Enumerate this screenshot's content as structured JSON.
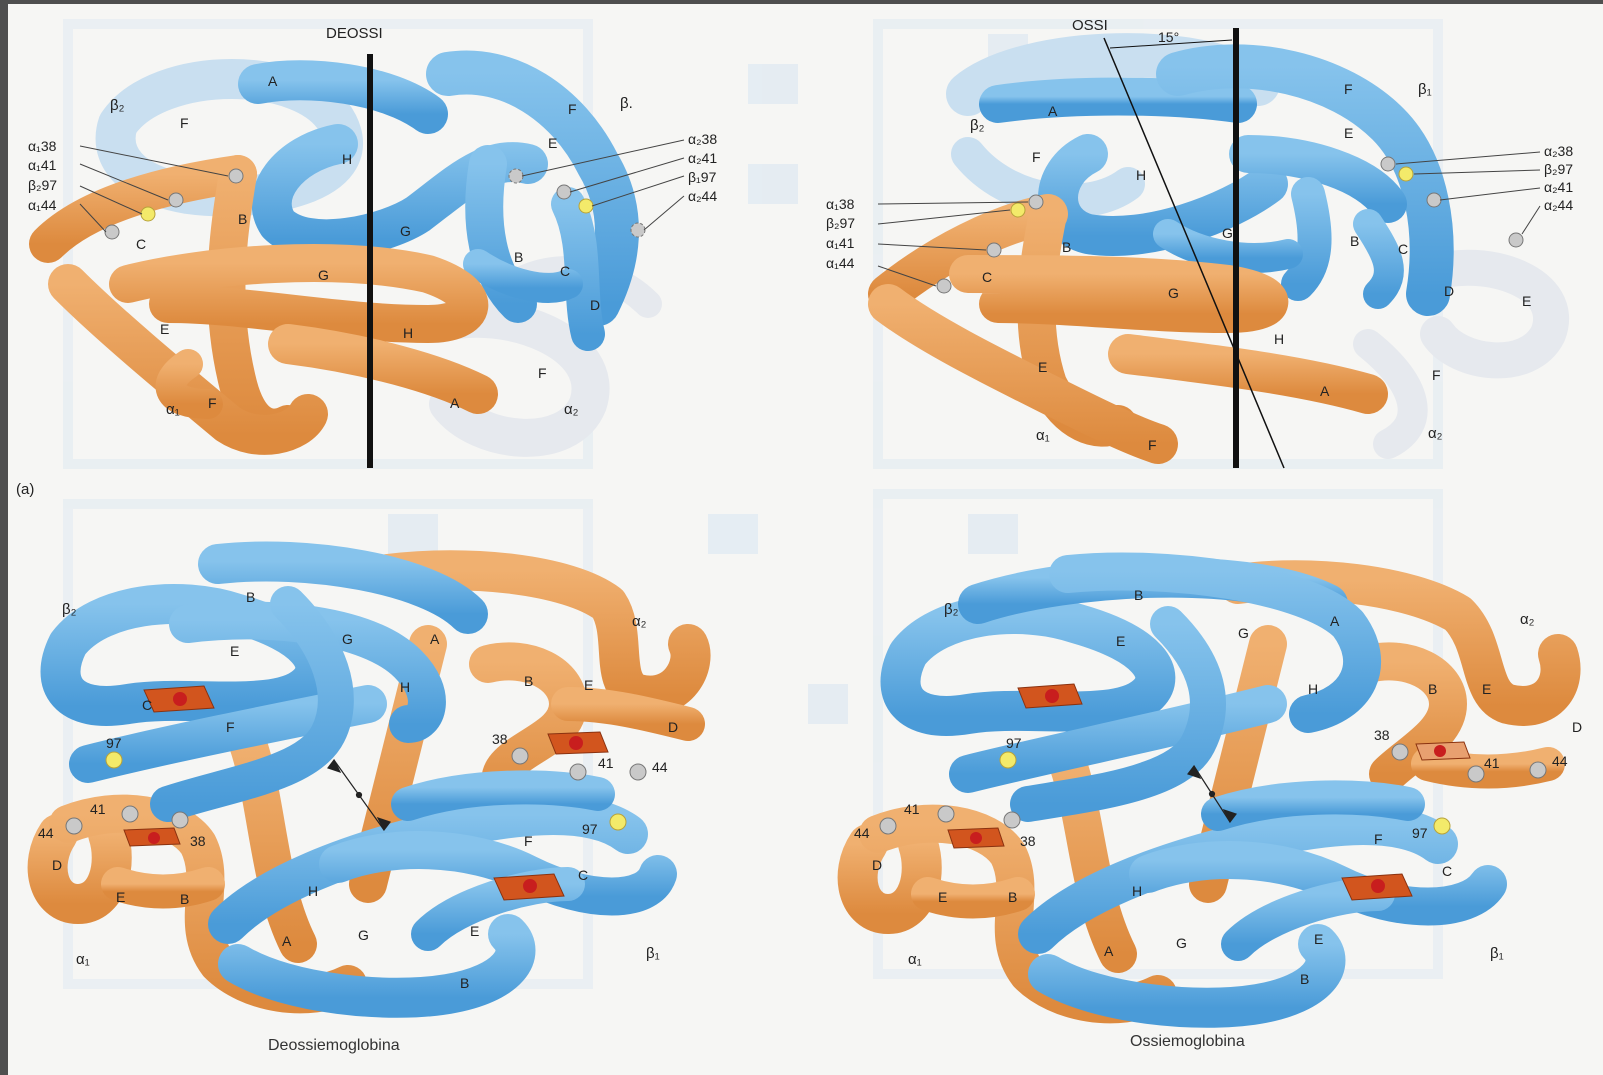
{
  "panel_a": {
    "panel_label": "(a)",
    "deoxy": {
      "title": "DEOSSI",
      "chain_labels": {
        "beta2": "β₂",
        "beta1": "β.",
        "alpha1": "α₁",
        "alpha2": "α₂"
      },
      "left_residues": [
        "α₁38",
        "α₁41",
        "β₂97",
        "α₁44"
      ],
      "right_residues": [
        "α₂38",
        "α₂41",
        "β₁97",
        "α₂44"
      ],
      "helix_letters": {
        "orange": [
          "B",
          "C",
          "G",
          "E",
          "F",
          "H",
          "A"
        ],
        "blue": [
          "A",
          "H",
          "G",
          "B",
          "C",
          "D",
          "E",
          "F"
        ],
        "faded": [
          "F",
          "F"
        ]
      }
    },
    "oxy": {
      "title": "OSSI",
      "angle": "15°",
      "chain_labels": {
        "beta2": "β₂",
        "beta1": "β₁",
        "alpha1": "α₁",
        "alpha2": "α₂"
      },
      "left_residues": [
        "α₁38",
        "β₂97",
        "α₁41",
        "α₁44"
      ],
      "right_residues": [
        "α₂38",
        "β₂97",
        "α₂41",
        "α₂44"
      ],
      "helix_letters": {
        "orange": [
          "B",
          "C",
          "G",
          "E",
          "H",
          "A",
          "F"
        ],
        "blue": [
          "A",
          "F",
          "E",
          "H",
          "G",
          "B",
          "C",
          "D"
        ],
        "faded": [
          "F",
          "E",
          "F"
        ]
      }
    }
  },
  "panel_b": {
    "deoxy": {
      "caption": "Deossiemoglobina",
      "chain_labels": {
        "beta2": "β₂",
        "alpha2": "α₂",
        "alpha1": "α₁",
        "beta1": "β₁"
      },
      "residue_numbers": {
        "beta2_97": "97",
        "alpha2_38": "38",
        "alpha2_41": "41",
        "alpha2_44": "44",
        "alpha1_41": "41",
        "alpha1_44": "44",
        "alpha1_38": "38",
        "beta1_97": "97"
      },
      "helix_letters": {
        "beta2": [
          "B",
          "E",
          "G",
          "A",
          "H",
          "C",
          "F"
        ],
        "alpha2": [
          "B",
          "E",
          "D"
        ],
        "alpha1": [
          "D",
          "E",
          "B"
        ],
        "beta1": [
          "F",
          "C",
          "H",
          "E",
          "A",
          "G",
          "B"
        ]
      }
    },
    "oxy": {
      "caption": "Ossiemoglobina",
      "chain_labels": {
        "beta2": "β₂",
        "alpha2": "α₂",
        "alpha1": "α₁",
        "beta1": "β₁"
      },
      "residue_numbers": {
        "beta2_97": "97",
        "alpha2_38": "38",
        "alpha2_41": "41",
        "alpha2_44": "44",
        "alpha1_41": "41",
        "alpha1_44": "44",
        "alpha1_38": "38",
        "beta1_97": "97"
      },
      "helix_letters": {
        "beta2": [
          "B",
          "E",
          "G",
          "A",
          "H"
        ],
        "alpha2": [
          "B",
          "E",
          "D"
        ],
        "alpha1": [
          "D",
          "E",
          "B"
        ],
        "beta1": [
          "F",
          "C",
          "H",
          "E",
          "A",
          "G",
          "B"
        ]
      }
    }
  },
  "colors": {
    "orange": "#e8954a",
    "blue": "#5aa8e0",
    "faded_blue": "#c9dff0",
    "heme": "#d2551e",
    "iron": "#c81e1e",
    "yellow_residue": "#f3ea6a",
    "gray_residue": "#c9c9c9"
  }
}
